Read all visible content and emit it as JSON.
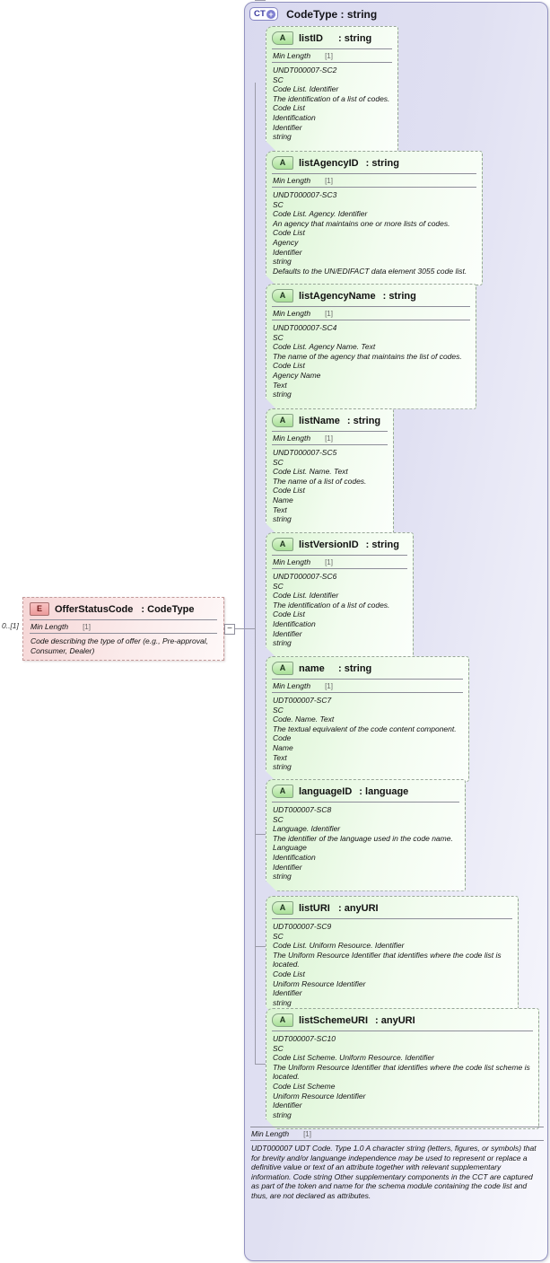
{
  "icons": {
    "expand_plus": "+",
    "collapse_minus": "−"
  },
  "colors": {
    "complex_type_fill": "#dcdcf1",
    "complex_type_border": "#9393c0",
    "attribute_fill": "#def5d8",
    "attribute_border": "#98a698",
    "element_fill": "#f6d6d6",
    "element_border": "#c39a9a",
    "badge_a_fill": "#a9e098",
    "badge_e_fill": "#ec9a9a",
    "badge_ct_text": "#3b3b9e",
    "connector": "#9a9aa8"
  },
  "element": {
    "badge": "E",
    "cardinality": "0..[1]",
    "name": "OfferStatusCode",
    "type": ": CodeType",
    "facet": {
      "label": "Min Length",
      "value": "[1]"
    },
    "annotation": "Code describing the type of offer (e.g., Pre-approval, Consumer, Dealer)"
  },
  "complex_type": {
    "badge": "CT",
    "title": "CodeType : string",
    "attributes": [
      {
        "badge": "A",
        "name": "listID",
        "type": ": string",
        "facet": {
          "label": "Min Length",
          "value": "[1]"
        },
        "annotation_lines": [
          "UNDT000007-SC2",
          "SC",
          "Code List. Identifier",
          "The identification of a list of codes.",
          "Code List",
          "Identification",
          "Identifier",
          "string"
        ]
      },
      {
        "badge": "A",
        "name": "listAgencyID",
        "type": ": string",
        "facet": {
          "label": "Min Length",
          "value": "[1]"
        },
        "annotation_lines": [
          "UNDT000007-SC3",
          "SC",
          "Code List. Agency. Identifier",
          "An agency that maintains one or more lists of codes.",
          "Code List",
          "Agency",
          "Identifier",
          "string",
          "Defaults to the UN/EDIFACT data element 3055 code list."
        ]
      },
      {
        "badge": "A",
        "name": "listAgencyName",
        "type": ": string",
        "facet": {
          "label": "Min Length",
          "value": "[1]"
        },
        "annotation_lines": [
          "UNDT000007-SC4",
          "SC",
          "Code List. Agency Name. Text",
          "The name of the agency that maintains the list of codes.",
          "Code List",
          "Agency Name",
          "Text",
          "string"
        ]
      },
      {
        "badge": "A",
        "name": "listName",
        "type": ": string",
        "facet": {
          "label": "Min Length",
          "value": "[1]"
        },
        "annotation_lines": [
          "UNDT000007-SC5",
          "SC",
          "Code List. Name. Text",
          "The name of a list of codes.",
          "Code List",
          "Name",
          "Text",
          "string"
        ]
      },
      {
        "badge": "A",
        "name": "listVersionID",
        "type": ": string",
        "facet": {
          "label": "Min Length",
          "value": "[1]"
        },
        "annotation_lines": [
          "UNDT000007-SC6",
          "SC",
          "Code List. Identifier",
          "The identification of a list of codes.",
          "Code List",
          "Identification",
          "Identifier",
          "string"
        ]
      },
      {
        "badge": "A",
        "name": "name",
        "type": ": string",
        "facet": {
          "label": "Min Length",
          "value": "[1]"
        },
        "annotation_lines": [
          "UDT000007-SC7",
          "SC",
          "Code. Name. Text",
          "The textual equivalent of the code content component.",
          "Code",
          "Name",
          "Text",
          "string"
        ]
      },
      {
        "badge": "A",
        "name": "languageID",
        "type": ": language",
        "facet": null,
        "annotation_lines": [
          "UDT000007-SC8",
          "SC",
          "Language. Identifier",
          "The identifier of the language used in the code name.",
          "Language",
          "Identification",
          "Identifier",
          "string"
        ]
      },
      {
        "badge": "A",
        "name": "listURI",
        "type": ": anyURI",
        "facet": null,
        "annotation_lines": [
          "UDT000007-SC9",
          "SC",
          "Code List. Uniform Resource. Identifier",
          "The Uniform Resource Identifier that identifies where the code list is located.",
          "Code List",
          "Uniform Resource Identifier",
          "Identifier",
          "string"
        ]
      },
      {
        "badge": "A",
        "name": "listSchemeURI",
        "type": ": anyURI",
        "facet": null,
        "annotation_lines": [
          "UDT000007-SC10",
          "SC",
          "Code List Scheme. Uniform Resource. Identifier",
          "The Uniform Resource Identifier that identifies where the code list scheme is located.",
          "Code List Scheme",
          "Uniform Resource Identifier",
          "Identifier",
          "string"
        ]
      }
    ],
    "facet": {
      "label": "Min Length",
      "value": "[1]"
    },
    "annotation_lines": [
      "UDT000007",
      "UDT",
      "Code. Type",
      "1.0",
      "A character string (letters, figures, or symbols) that for brevity and/or languange independence may be used to represent or replace a definitive value or text of an attribute together with relevant supplementary information.",
      "Code",
      "string",
      "Other supplementary components in the CCT are captured as part of the token and name for the schema module containing the code list and thus, are not declared as attributes."
    ]
  }
}
